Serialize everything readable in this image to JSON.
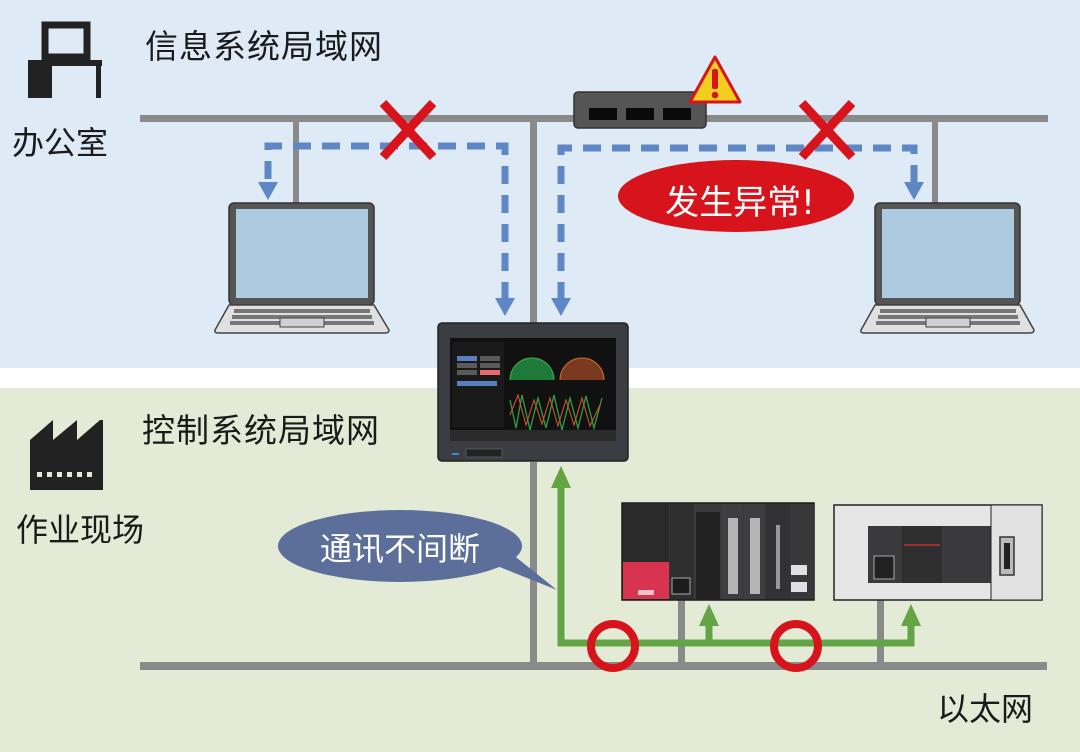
{
  "zones": {
    "info": {
      "title": "信息系统局域网",
      "site_label": "办公室",
      "site_icon": "office-desk-icon",
      "background": "#dfeaf7"
    },
    "control": {
      "title": "控制系统局域网",
      "site_label": "作业现场",
      "site_icon": "factory-icon",
      "background": "#e3ebd6"
    }
  },
  "callouts": {
    "error": {
      "text": "发生异常!",
      "color": "#d7141c"
    },
    "no_interrupt": {
      "text": "通讯不间断",
      "color": "#5b6f9a"
    }
  },
  "ethernet_label": "以太网",
  "devices": {
    "hub": {
      "icon": "network-switch-icon",
      "warning_icon": "warning-triangle-icon"
    },
    "laptops": [
      {
        "name": "laptop-left"
      },
      {
        "name": "laptop-right"
      }
    ],
    "hmi": {
      "name": "hmi-touch-panel"
    },
    "plcs": [
      {
        "name": "plc-rack-module"
      },
      {
        "name": "plc-compact-unit"
      }
    ]
  },
  "colors": {
    "network_line": "#8a8a8a",
    "blocked_path": "#5f87c6",
    "active_path": "#63a544",
    "fault_mark": "#d7141c",
    "ok_ring": "#d7141c"
  }
}
